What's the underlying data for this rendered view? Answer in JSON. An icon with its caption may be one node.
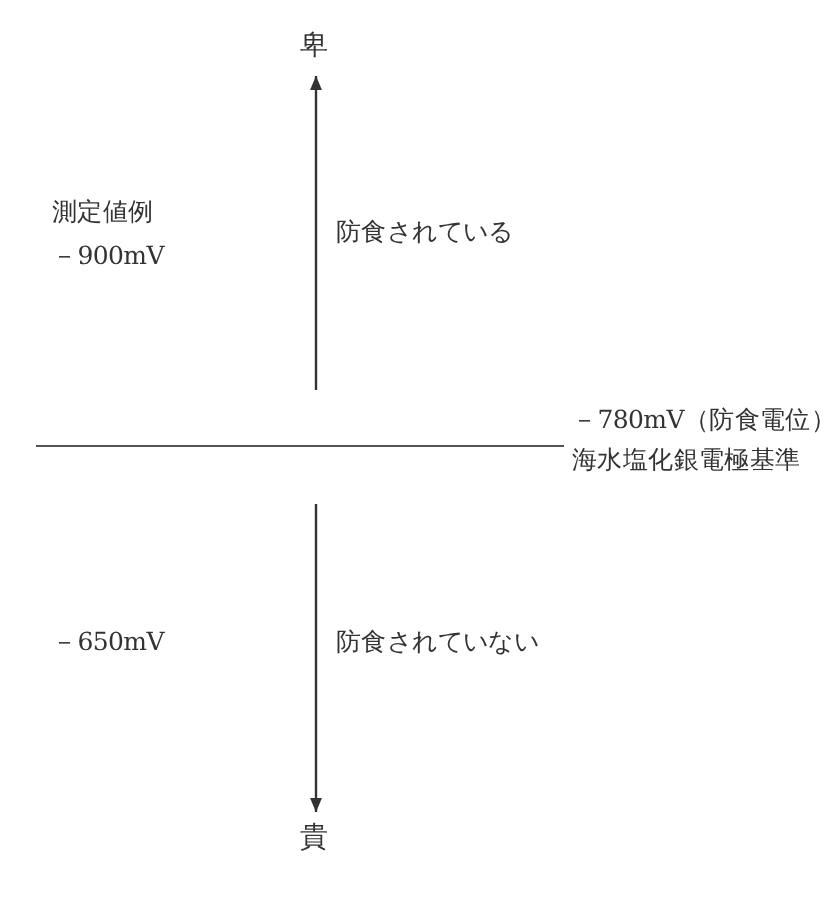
{
  "diagram": {
    "nodes": [
      {
        "text": [
          "卑"
        ]
      },
      {
        "text": [
          "貴"
        ]
      }
    ],
    "edges": [
      {
        "from": null,
        "to": 0,
        "arrow": "to"
      },
      {
        "from": null,
        "to": 1,
        "arrow": "to"
      }
    ],
    "labels": [
      "測定値例",
      "－900mV",
      "防食されている",
      "－780mV（防食電位）",
      "海水塩化銀電極基準",
      "－650mV",
      "防食されていない"
    ]
  }
}
